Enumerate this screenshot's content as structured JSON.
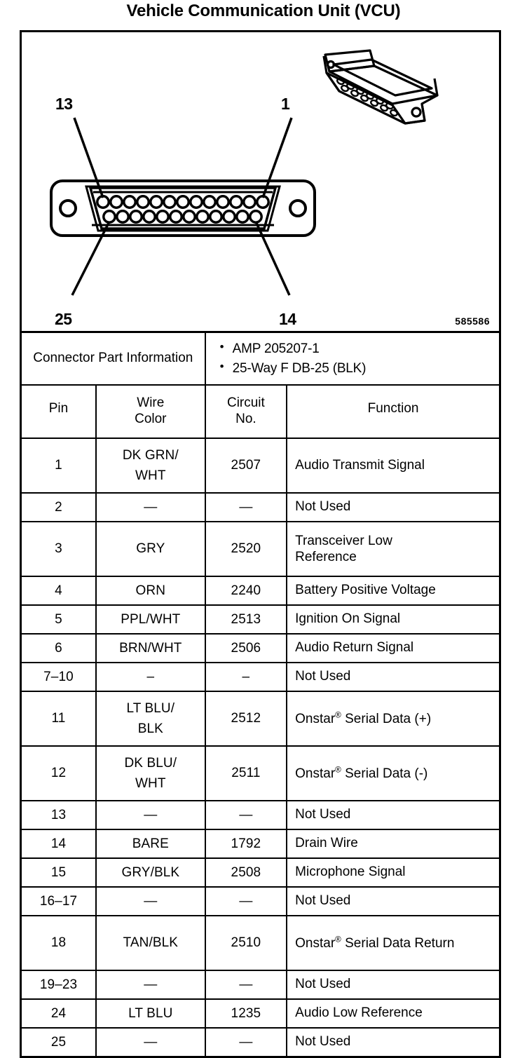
{
  "page": {
    "title": "Vehicle Communication Unit (VCU)",
    "figure_reference": "585586"
  },
  "figure": {
    "pin_callouts": {
      "top_left": "13",
      "top_right": "1",
      "bottom_left": "25",
      "bottom_right": "14"
    },
    "connector_face_icon": "db25-connector-face-icon",
    "connector_iso_icon": "db25-connector-isometric-icon",
    "top_row_pin_count": 13,
    "bottom_row_pin_count": 12
  },
  "connector_part_information": {
    "label": "Connector Part Information",
    "items": [
      "AMP 205207-1",
      "25-Way F DB-25 (BLK)"
    ]
  },
  "table": {
    "headers": {
      "pin": "Pin",
      "wire_color_line1": "Wire",
      "wire_color_line2": "Color",
      "circuit_line1": "Circuit",
      "circuit_line2": "No.",
      "function": "Function"
    },
    "rows": [
      {
        "pin": "1",
        "wire_line1": "DK GRN/",
        "wire_line2": "WHT",
        "circuit": "2507",
        "function_line1": "Audio Transmit Signal",
        "function_line2": "",
        "trademark": false,
        "tall": true
      },
      {
        "pin": "2",
        "wire_line1": "—",
        "wire_line2": "",
        "circuit": "—",
        "function_line1": "Not Used",
        "function_line2": "",
        "trademark": false,
        "tall": false
      },
      {
        "pin": "3",
        "wire_line1": "GRY",
        "wire_line2": "",
        "circuit": "2520",
        "function_line1": "Transceiver Low",
        "function_line2": "Reference",
        "trademark": false,
        "tall": true
      },
      {
        "pin": "4",
        "wire_line1": "ORN",
        "wire_line2": "",
        "circuit": "2240",
        "function_line1": "Battery Positive Voltage",
        "function_line2": "",
        "trademark": false,
        "tall": false
      },
      {
        "pin": "5",
        "wire_line1": "PPL/WHT",
        "wire_line2": "",
        "circuit": "2513",
        "function_line1": "Ignition On Signal",
        "function_line2": "",
        "trademark": false,
        "tall": false
      },
      {
        "pin": "6",
        "wire_line1": "BRN/WHT",
        "wire_line2": "",
        "circuit": "2506",
        "function_line1": "Audio Return Signal",
        "function_line2": "",
        "trademark": false,
        "tall": false
      },
      {
        "pin": "7–10",
        "wire_line1": "–",
        "wire_line2": "",
        "circuit": "–",
        "function_line1": "Not Used",
        "function_line2": "",
        "trademark": false,
        "tall": false
      },
      {
        "pin": "11",
        "wire_line1": "LT BLU/",
        "wire_line2": "BLK",
        "circuit": "2512",
        "function_line1": "Onstar",
        "function_line2": " Serial Data (+)",
        "trademark": true,
        "tall": true
      },
      {
        "pin": "12",
        "wire_line1": "DK BLU/",
        "wire_line2": "WHT",
        "circuit": "2511",
        "function_line1": "Onstar",
        "function_line2": " Serial Data (-)",
        "trademark": true,
        "tall": true
      },
      {
        "pin": "13",
        "wire_line1": "—",
        "wire_line2": "",
        "circuit": "—",
        "function_line1": "Not Used",
        "function_line2": "",
        "trademark": false,
        "tall": false
      },
      {
        "pin": "14",
        "wire_line1": "BARE",
        "wire_line2": "",
        "circuit": "1792",
        "function_line1": "Drain Wire",
        "function_line2": "",
        "trademark": false,
        "tall": false
      },
      {
        "pin": "15",
        "wire_line1": "GRY/BLK",
        "wire_line2": "",
        "circuit": "2508",
        "function_line1": "Microphone Signal",
        "function_line2": "",
        "trademark": false,
        "tall": false
      },
      {
        "pin": "16–17",
        "wire_line1": "—",
        "wire_line2": "",
        "circuit": "—",
        "function_line1": "Not Used",
        "function_line2": "",
        "trademark": false,
        "tall": false
      },
      {
        "pin": "18",
        "wire_line1": "TAN/BLK",
        "wire_line2": "",
        "circuit": "2510",
        "function_line1": "Onstar",
        "function_line2": " Serial Data Return",
        "trademark": true,
        "tall": true
      },
      {
        "pin": "19–23",
        "wire_line1": "—",
        "wire_line2": "",
        "circuit": "—",
        "function_line1": "Not Used",
        "function_line2": "",
        "trademark": false,
        "tall": false
      },
      {
        "pin": "24",
        "wire_line1": "LT BLU",
        "wire_line2": "",
        "circuit": "1235",
        "function_line1": "Audio Low Reference",
        "function_line2": "",
        "trademark": false,
        "tall": false
      },
      {
        "pin": "25",
        "wire_line1": "—",
        "wire_line2": "",
        "circuit": "—",
        "function_line1": "Not Used",
        "function_line2": "",
        "trademark": false,
        "tall": false
      }
    ]
  }
}
